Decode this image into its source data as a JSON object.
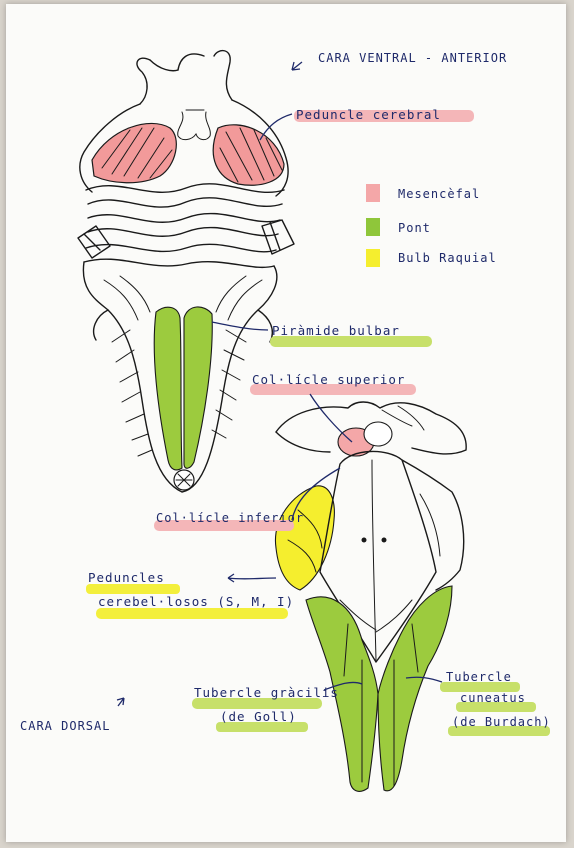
{
  "labels": {
    "view_ventral": "CARA VENTRAL - ANTERIOR",
    "view_dorsal": "CARA DORSAL",
    "peduncle_cerebral": "Peduncle cerebral",
    "pyramid": "Piràmide bulbar",
    "colliculus_superior": "Col·lícle superior",
    "colliculus_inferior": "Col·lícle inferior",
    "peduncles_line1": "Peduncles",
    "peduncles_line2": "cerebel·losos (S, M, I)",
    "gracilis_line1": "Tubercle gràcilis",
    "gracilis_line2": "(de Goll)",
    "cuneatus_line1": "Tubercle",
    "cuneatus_line2": "cuneatus",
    "cuneatus_line3": "(de Burdach)"
  },
  "legend": [
    {
      "label": "Mesencèfal",
      "color": "#f4a7a8"
    },
    {
      "label": "Pont",
      "color": "#8fc63a"
    },
    {
      "label": "Bulb Raquial",
      "color": "#f5ee2e"
    }
  ],
  "colors": {
    "mesencephalon": "#f08f8f",
    "pons": "#8fc63a",
    "medulla": "#f5ee2e",
    "ink": "#1a1a1a",
    "pen": "#1f2a6a"
  }
}
